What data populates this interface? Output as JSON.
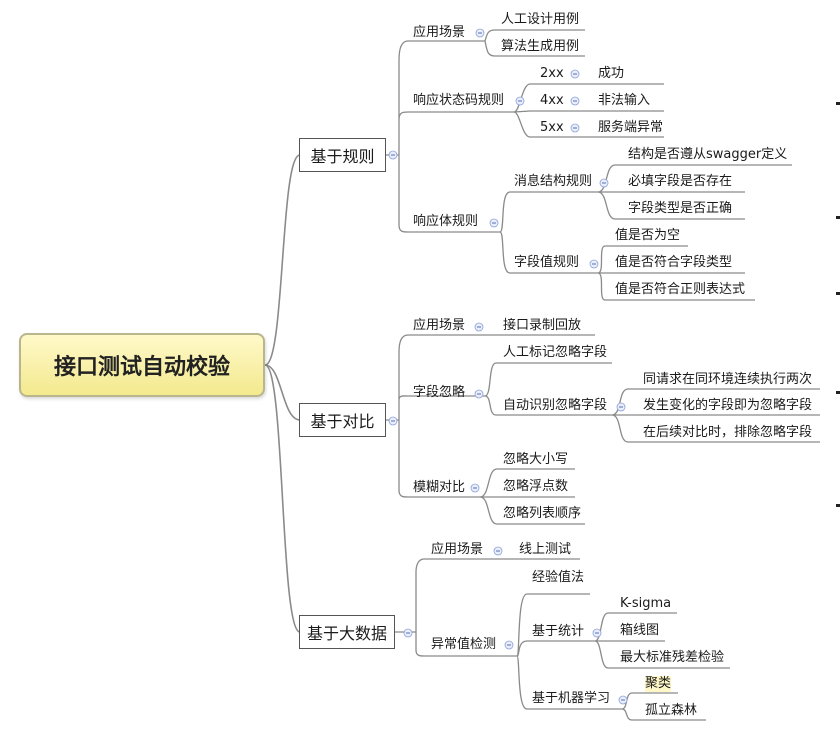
{
  "root": "接口测试自动校验",
  "branches": [
    {
      "label": "基于规则",
      "children": [
        {
          "label": "应用场景",
          "children": [
            "人工设计用例",
            "算法生成用例"
          ]
        },
        {
          "label": "响应状态码规则",
          "children": [
            {
              "code": "2xx",
              "desc": "成功"
            },
            {
              "code": "4xx",
              "desc": "非法输入"
            },
            {
              "code": "5xx",
              "desc": "服务端异常"
            }
          ]
        },
        {
          "label": "响应体规则",
          "children": [
            {
              "label": "消息结构规则",
              "children": [
                "结构是否遵从swagger定义",
                "必填字段是否存在",
                "字段类型是否正确"
              ]
            },
            {
              "label": "字段值规则",
              "children": [
                "值是否为空",
                "值是否符合字段类型",
                "值是否符合正则表达式"
              ]
            }
          ]
        }
      ]
    },
    {
      "label": "基于对比",
      "children": [
        {
          "label": "应用场景",
          "children": [
            "接口录制回放"
          ]
        },
        {
          "label": "字段忽略",
          "children": [
            "人工标记忽略字段",
            {
              "label": "自动识别忽略字段",
              "children": [
                "同请求在同环境连续执行两次",
                "发生变化的字段即为忽略字段",
                "在后续对比时，排除忽略字段"
              ]
            }
          ]
        },
        {
          "label": "模糊对比",
          "children": [
            "忽略大小写",
            "忽略浮点数",
            "忽略列表顺序"
          ]
        }
      ]
    },
    {
      "label": "基于大数据",
      "children": [
        {
          "label": "应用场景",
          "children": [
            "线上测试"
          ]
        },
        {
          "label": "异常值检测",
          "children": [
            "经验值法",
            {
              "label": "基于统计",
              "children": [
                "K-sigma",
                "箱线图",
                "最大标准残差检验"
              ]
            },
            {
              "label": "基于机器学习",
              "children": [
                "聚类",
                "孤立森林"
              ]
            }
          ]
        }
      ]
    }
  ]
}
